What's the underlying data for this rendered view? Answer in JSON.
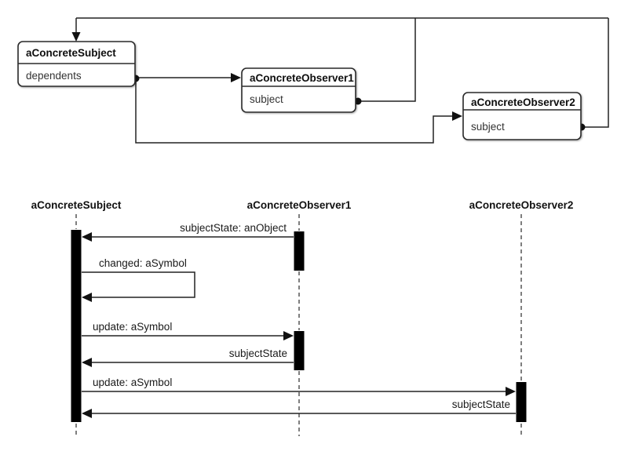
{
  "object_diagram": {
    "subject": {
      "name": "aConcreteSubject",
      "attribute": "dependents"
    },
    "observer1": {
      "name": "aConcreteObserver1",
      "attribute": "subject"
    },
    "observer2": {
      "name": "aConcreteObserver2",
      "attribute": "subject"
    }
  },
  "sequence_diagram": {
    "lifelines": [
      {
        "label": "aConcreteSubject"
      },
      {
        "label": "aConcreteObserver1"
      },
      {
        "label": "aConcreteObserver2"
      }
    ],
    "messages": [
      {
        "label": "subjectState: anObject",
        "from": "aConcreteObserver1",
        "to": "aConcreteSubject",
        "type": "call"
      },
      {
        "label": "changed: aSymbol",
        "from": "aConcreteSubject",
        "to": "aConcreteSubject",
        "type": "self"
      },
      {
        "label": "update: aSymbol",
        "from": "aConcreteSubject",
        "to": "aConcreteObserver1",
        "type": "call"
      },
      {
        "label": "subjectState",
        "from": "aConcreteObserver1",
        "to": "aConcreteSubject",
        "type": "return"
      },
      {
        "label": "update: aSymbol",
        "from": "aConcreteSubject",
        "to": "aConcreteObserver2",
        "type": "call"
      },
      {
        "label": "subjectState",
        "from": "aConcreteObserver2",
        "to": "aConcreteSubject",
        "type": "return"
      }
    ]
  },
  "colors": {
    "line": "#222222",
    "lifeline_dash": "#555555",
    "activation_fill": "#000000",
    "box_border": "#2b2b2b",
    "background": "#ffffff",
    "text": "#111111"
  }
}
